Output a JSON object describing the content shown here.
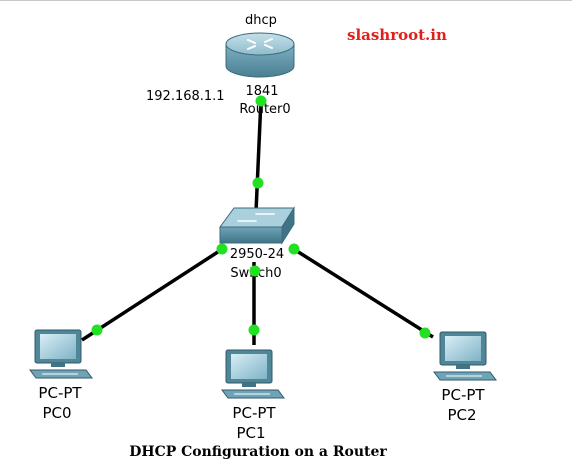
{
  "brand": {
    "text": "slashroot.in",
    "color": "#e0201c"
  },
  "caption": "DHCP Configuration on a Router",
  "router": {
    "hostname": "dhcp",
    "model": "1841",
    "name": "Router0",
    "ip": "192.168.1.1"
  },
  "switch": {
    "model": "2950-24",
    "name": "Switch0"
  },
  "pcs": [
    {
      "type": "PC-PT",
      "name": "PC0"
    },
    {
      "type": "PC-PT",
      "name": "PC1"
    },
    {
      "type": "PC-PT",
      "name": "PC2"
    }
  ],
  "colors": {
    "link": "#000000",
    "link_status": "#22e022",
    "device_body": "#5e97aa",
    "device_top": "#9cc7d5"
  }
}
